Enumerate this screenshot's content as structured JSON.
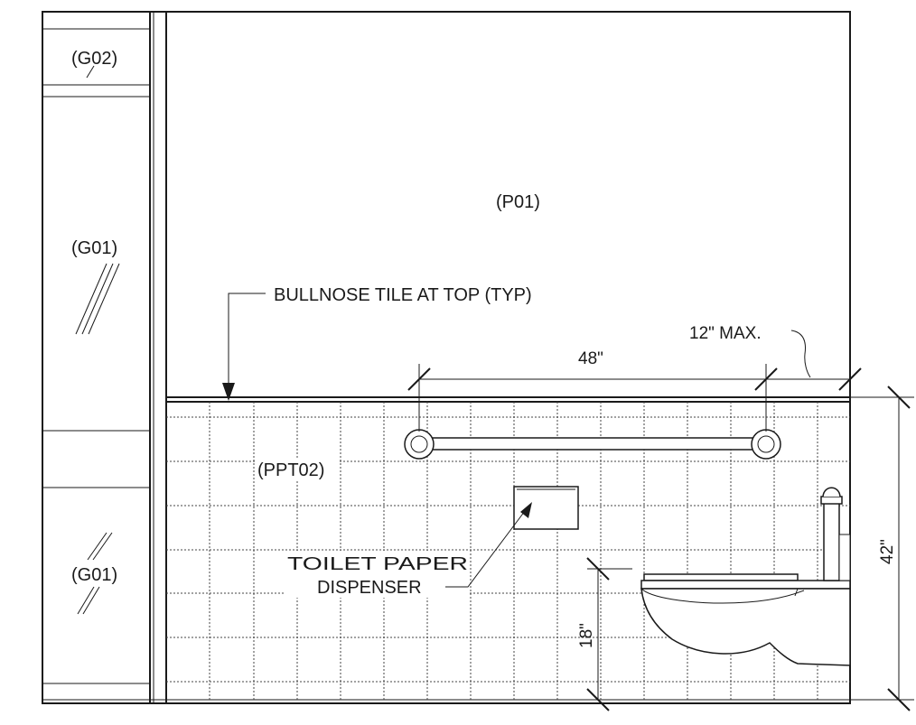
{
  "drawing": {
    "labels": {
      "glass_top": "(G02)",
      "glass_upper": "(G01)",
      "glass_lower": "(G01)",
      "paint": "(P01)",
      "tile": "(PPT02)",
      "bullnose_note": "BULLNOSE TILE AT TOP (TYP)",
      "dispenser_line1": "TOILET PAPER",
      "dispenser_line2": "DISPENSER",
      "max_note": "12\"  MAX."
    },
    "dimensions": {
      "grab_bar_length": "48\"",
      "wainscot_height": "42\"",
      "dispenser_height": "18\""
    }
  }
}
